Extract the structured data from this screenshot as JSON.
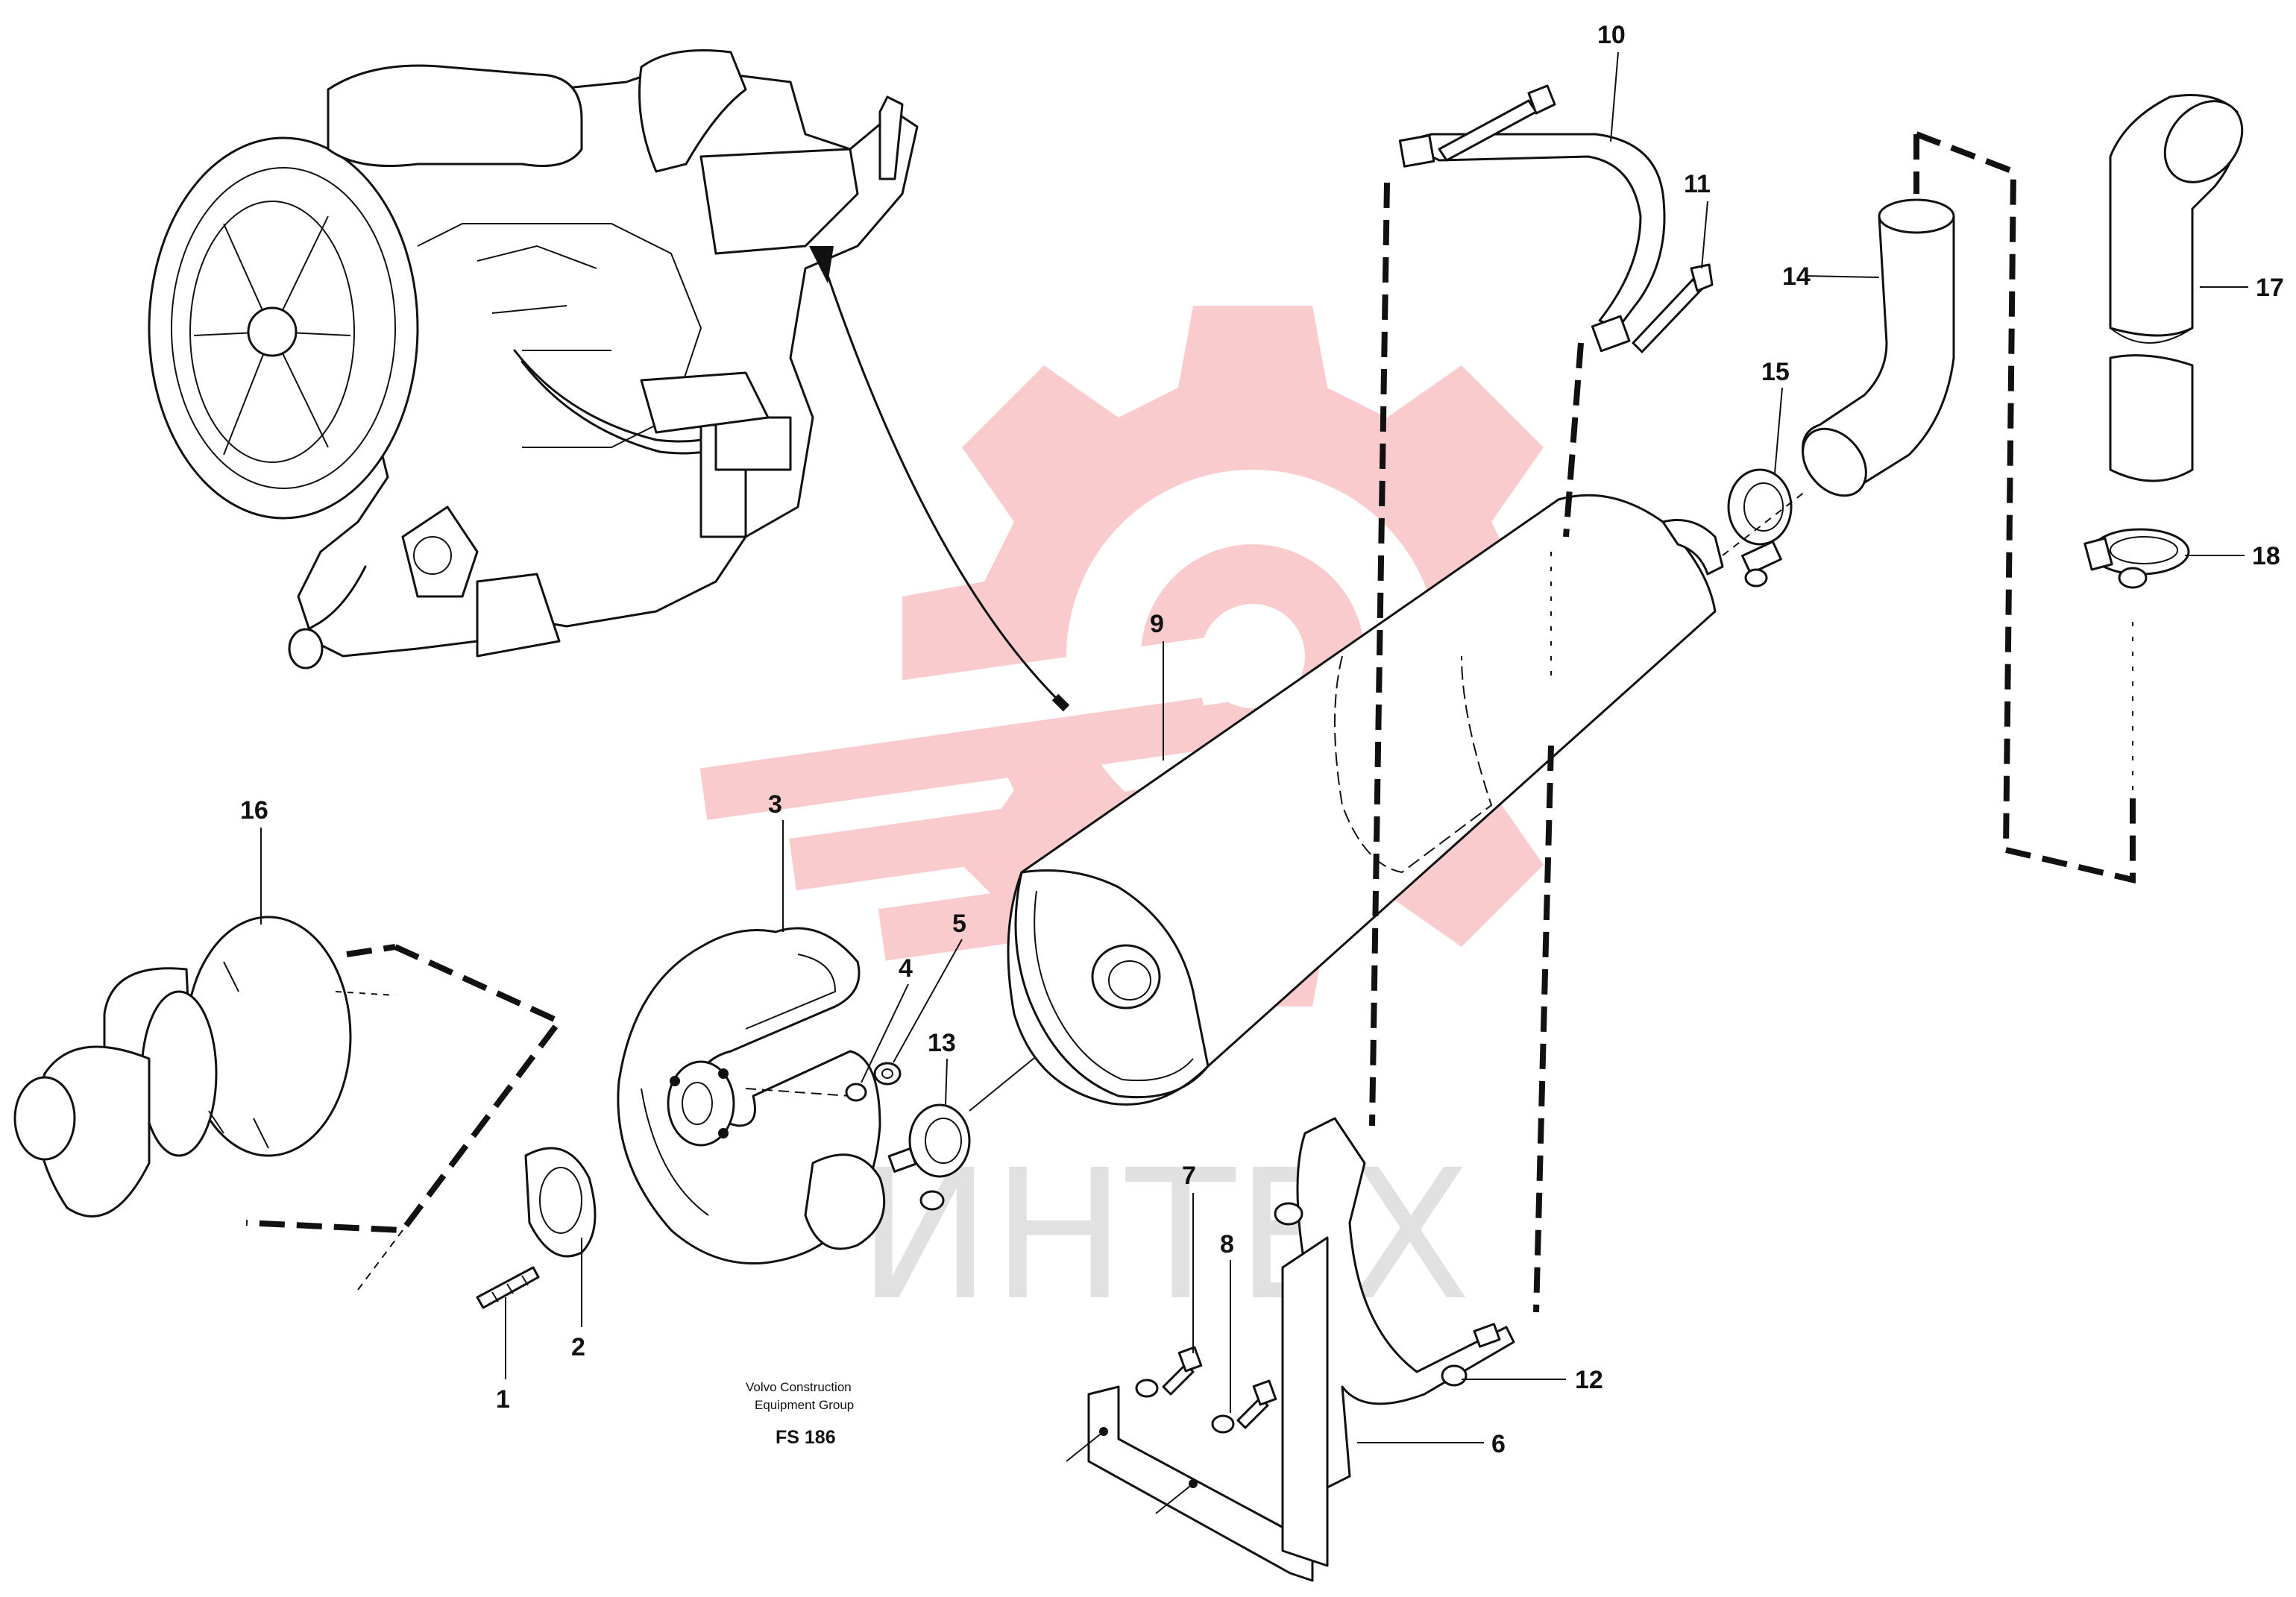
{
  "watermark": {
    "text": "ИНТЕХ",
    "gear_color": "#e8121e",
    "text_color": "#bdbdbd"
  },
  "callouts": [
    "1",
    "2",
    "3",
    "4",
    "5",
    "6",
    "7",
    "8",
    "9",
    "10",
    "11",
    "12",
    "13",
    "14",
    "15",
    "16",
    "17",
    "18"
  ],
  "caption": {
    "line1": "Volvo Construction",
    "line2": "Equipment Group",
    "code": "FS 186"
  },
  "icons": {
    "watermark_logo": "gear-logo-icon",
    "engine": "engine-assembly-icon",
    "turbo": "turbocharger-icon"
  }
}
